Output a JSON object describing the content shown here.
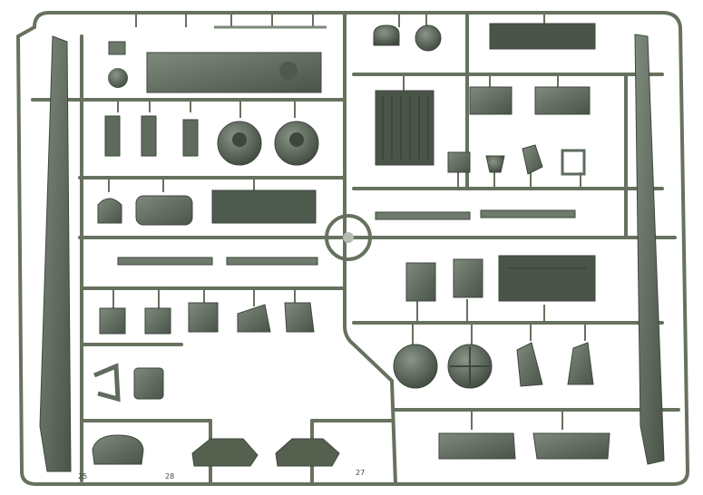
{
  "photo": {
    "subject": "model-kit-sprue",
    "colors": {
      "background": "#ffffff",
      "plastic": "#5e6b5d",
      "plastic_light": "#7c887a",
      "plastic_dark": "#3e473d",
      "runner": "#66725f"
    },
    "part_numbers": [
      "25",
      "28",
      "27"
    ]
  }
}
